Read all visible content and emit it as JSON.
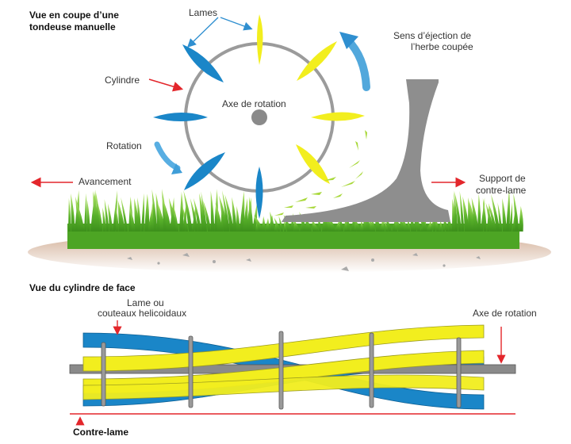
{
  "top_view": {
    "title_line1": "Vue en coupe d’une",
    "title_line2": "tondeuse manuelle",
    "label_blades": "Lames",
    "label_cylinder": "Cylindre",
    "label_rotation": "Rotation",
    "label_axis": "Axe de rotation",
    "label_ejection_line1": "Sens d’éjection de",
    "label_ejection_line2": "l’herbe coupée",
    "label_advance": "Avancement",
    "label_support_line1": "Support de",
    "label_support_line2": "contre-lame"
  },
  "front_view": {
    "title": "Vue du cylindre de face",
    "label_blade_line1": "Lame ou",
    "label_blade_line2": "couteaux helicoidaux",
    "label_axis": "Axe de rotation",
    "label_counter_blade": "Contre-lame"
  },
  "colors": {
    "blue_blade": "#1a86c8",
    "yellow_blade": "#f2ee1e",
    "cylinder_gray": "#9a9a9a",
    "support_gray": "#8e8e8e",
    "grass_green": "#5cb82e",
    "soil_brown": "#c9a58a",
    "arrow_red": "#e3262b",
    "arrow_blue": "#3f9ed8"
  }
}
